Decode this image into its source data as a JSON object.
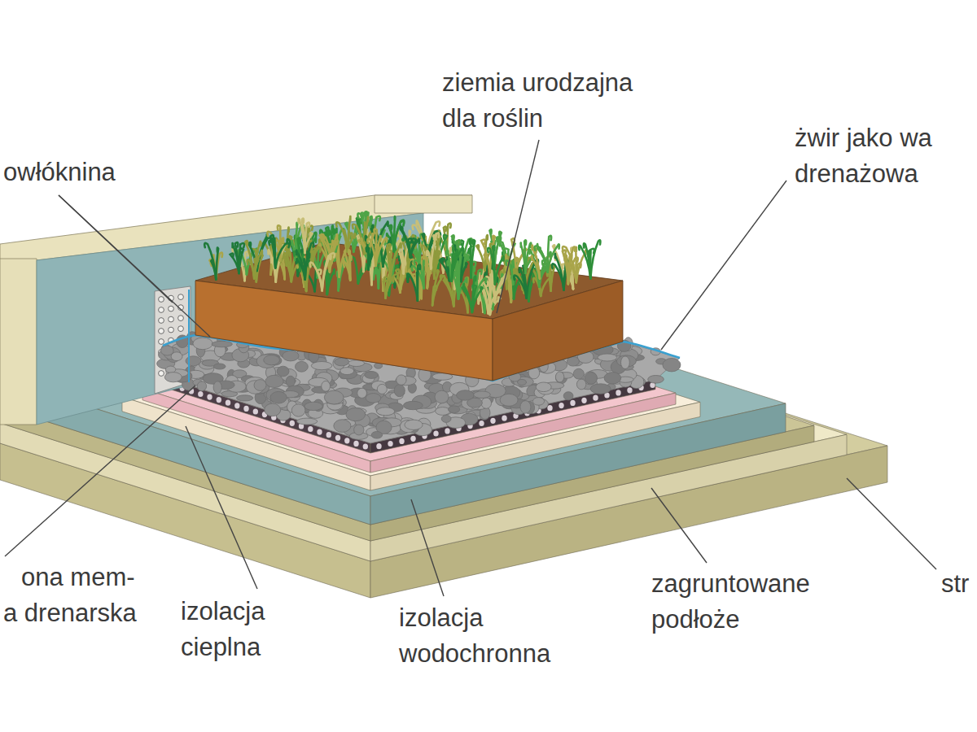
{
  "diagram": {
    "labels": [
      "ziemia urodzajna dla roślin",
      "owłóknina",
      "żwir jako wa drenażowa",
      "ona mem- a drenarska",
      "izolacja cieplna",
      "izolacja wodochronna",
      "zagruntowane podłoże",
      "str"
    ]
  }
}
